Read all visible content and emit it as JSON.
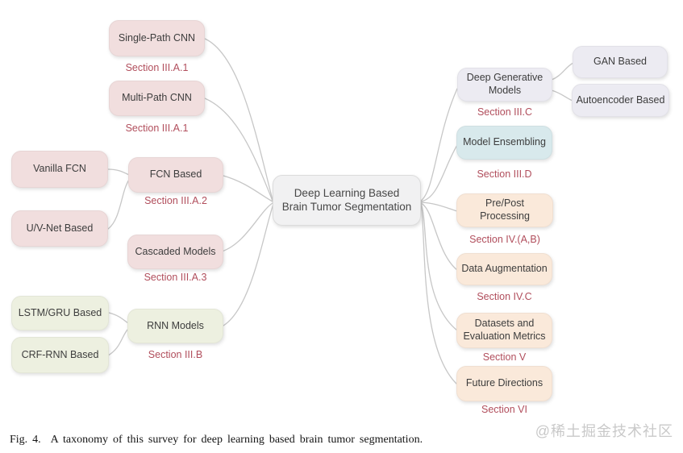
{
  "figure": {
    "caption": "Fig. 4.  A taxonomy of this survey for deep learning based brain tumor segmentation.",
    "watermark": "@稀土掘金技术社区"
  },
  "root": {
    "label": "Deep Learning Based Brain Tumor Segmentation",
    "line1": "Deep Learning Based",
    "line2": "Brain Tumor Segmentation"
  },
  "nodes": {
    "single_path": {
      "label": "Single-Path CNN",
      "section": "Section III.A.1"
    },
    "multi_path": {
      "label": "Multi-Path CNN",
      "section": "Section III.A.1"
    },
    "vanilla_fcn": {
      "label": "Vanilla FCN"
    },
    "uv_net": {
      "label": "U/V-Net Based"
    },
    "fcn_based": {
      "label": "FCN Based",
      "section": "Section III.A.2"
    },
    "cascaded": {
      "label": "Cascaded Models",
      "section": "Section III.A.3"
    },
    "lstm_gru": {
      "label": "LSTM/GRU Based"
    },
    "crf_rnn": {
      "label": "CRF-RNN Based"
    },
    "rnn_models": {
      "label": "RNN Models",
      "section": "Section III.B"
    },
    "deep_generative": {
      "label": "Deep Generative Models",
      "section": "Section III.C"
    },
    "gan": {
      "label": "GAN Based"
    },
    "autoencoder": {
      "label": "Autoencoder Based"
    },
    "model_ensembling": {
      "label": "Model Ensembling",
      "section": "Section III.D"
    },
    "pre_post": {
      "label": "Pre/Post Processing",
      "section": "Section IV.(A,B)"
    },
    "data_aug": {
      "label": "Data Augmentation",
      "section": "Section IV.C"
    },
    "datasets": {
      "label": "Datasets and Evaluation Metrics",
      "section": "Section V"
    },
    "future": {
      "label": "Future Directions",
      "section": "Section VI"
    }
  },
  "colors": {
    "cnn_fcn_pink": "#f1dede",
    "rnn_green": "#edf0e0",
    "ensembling_blue": "#d8e9ec",
    "process_peach": "#fae9da",
    "generative_lavender": "#ecebf2",
    "root_gray": "#f1f1f2",
    "section_label_red": "#b14e5c",
    "connector_gray": "#c7c7c7",
    "watermark_gray": "#c9c9c9"
  }
}
